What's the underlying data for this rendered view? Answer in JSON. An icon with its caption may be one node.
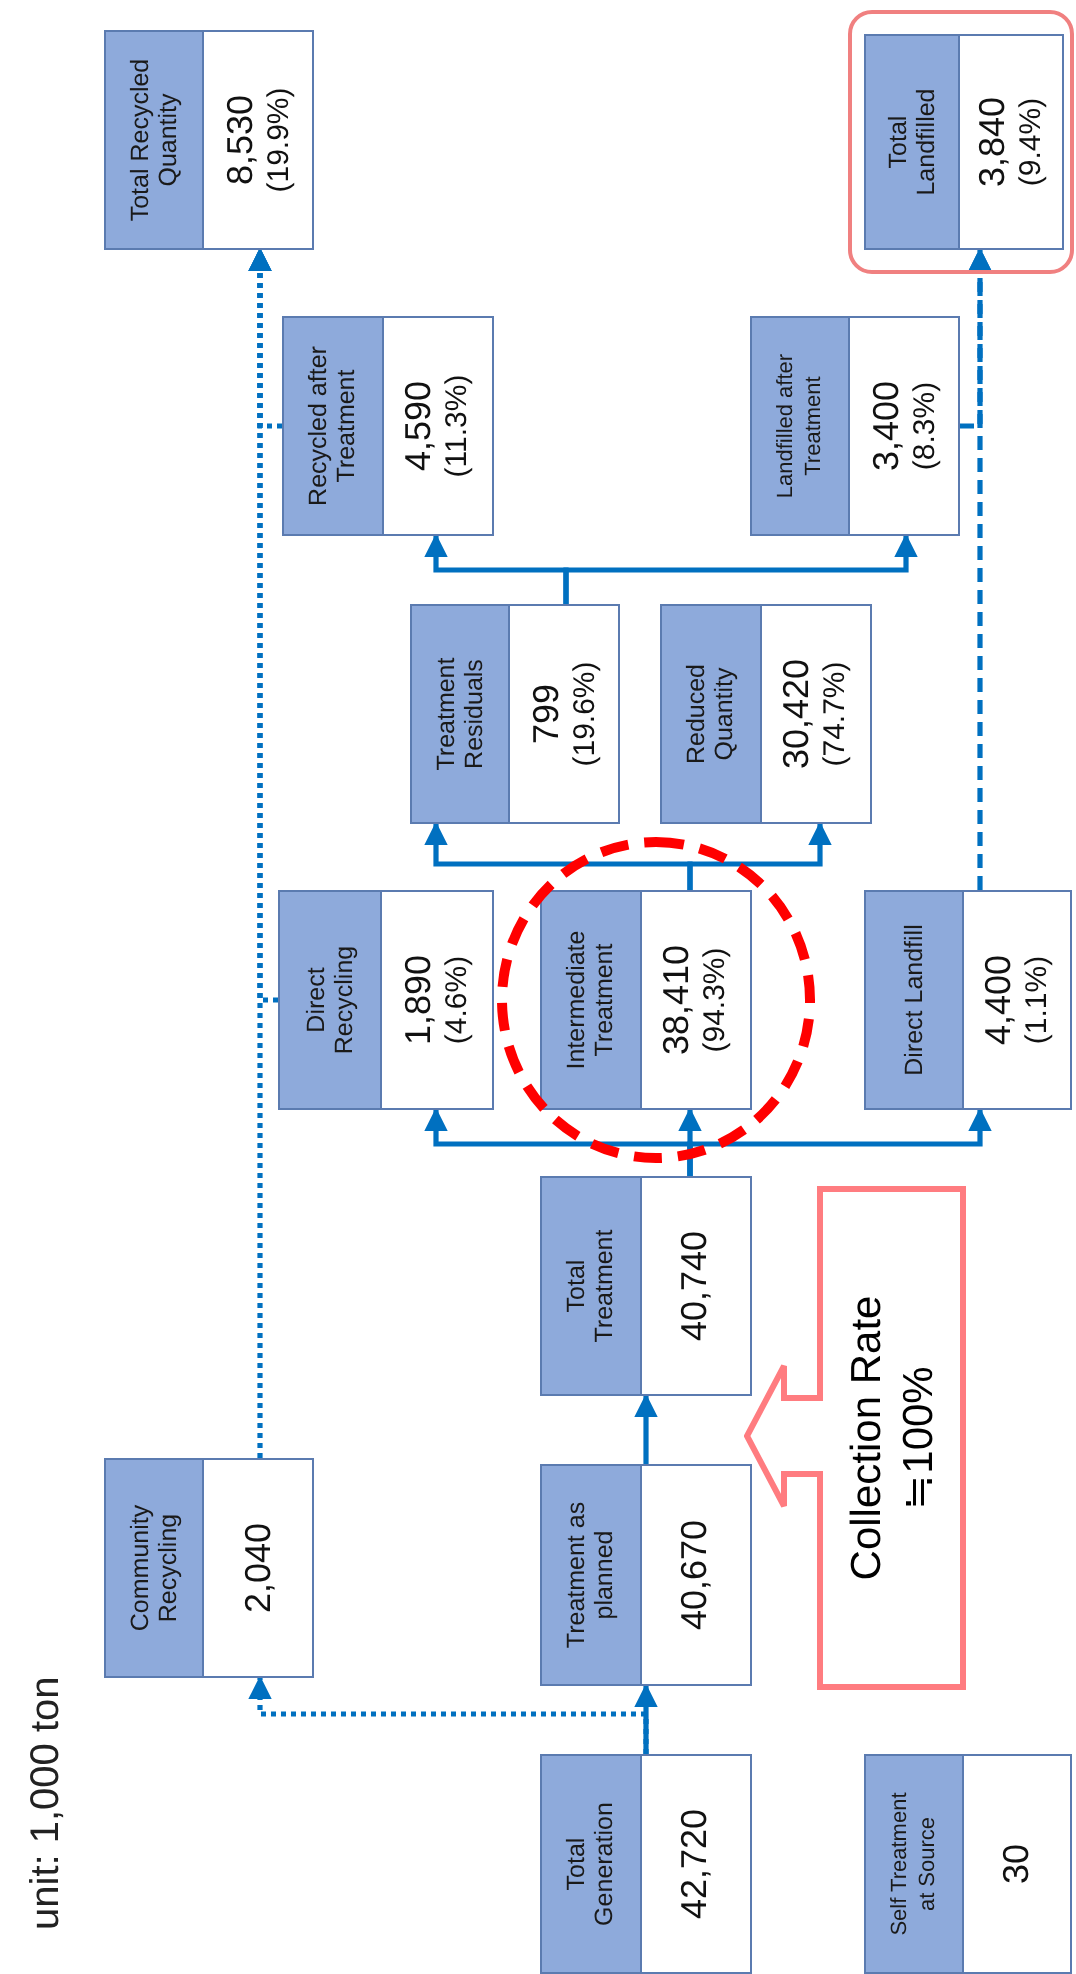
{
  "diagram": {
    "nodes": [
      {
        "text": [
          "Total Generation",
          "42,720"
        ]
      },
      {
        "text": [
          "Self Treatment at Source",
          "30"
        ]
      },
      {
        "text": [
          "Treatment as planned",
          "40,670"
        ]
      },
      {
        "text": [
          "Community Recycling",
          "2,040"
        ]
      },
      {
        "text": [
          "Collection Rate ≒100%"
        ]
      },
      {
        "text": [
          "Total Treatment",
          "40,740"
        ]
      },
      {
        "text": [
          "Direct Recycling",
          "1,890",
          "(4.6%)"
        ]
      },
      {
        "text": [
          "Intermediate Treatment",
          "38,410",
          "(94.3%)"
        ]
      },
      {
        "text": [
          "Direct Landfill",
          "4,400",
          "(1.1%)"
        ]
      },
      {
        "text": [
          "Treatment Residuals",
          "799",
          "(19.6%)"
        ]
      },
      {
        "text": [
          "Reduced Quantity",
          "30,420",
          "(74.7%)"
        ]
      },
      {
        "text": [
          "Recycled after Treatment",
          "4,590",
          "(11.3%)"
        ]
      },
      {
        "text": [
          "Landfilled after Treatment",
          "3,400",
          "(8.3%)"
        ]
      },
      {
        "text": [
          "Total Recycled Quantity",
          "8,530",
          "(19.9%)"
        ]
      },
      {
        "text": [
          "Total Landfilled",
          "3,840",
          "(9.4%)"
        ]
      }
    ],
    "edges": [
      {
        "from": 0,
        "to": 2,
        "arrow": "to"
      },
      {
        "from": 0,
        "to": 3,
        "arrow": "to",
        "style": "dashed"
      },
      {
        "from": 2,
        "to": 5,
        "arrow": "to"
      },
      {
        "from": 5,
        "to": 6,
        "arrow": "to"
      },
      {
        "from": 5,
        "to": 7,
        "arrow": "to"
      },
      {
        "from": 5,
        "to": 8,
        "arrow": "to"
      },
      {
        "from": 3,
        "to": 13,
        "arrow": "to",
        "style": "dashed"
      },
      {
        "from": 6,
        "to": 13,
        "arrow": "to",
        "style": "dashed"
      },
      {
        "from": 7,
        "to": 9,
        "arrow": "to"
      },
      {
        "from": 7,
        "to": 10,
        "arrow": "to"
      },
      {
        "from": 9,
        "to": 11,
        "arrow": "to"
      },
      {
        "from": 9,
        "to": 12,
        "arrow": "to"
      },
      {
        "from": 11,
        "to": 13,
        "arrow": "to",
        "style": "dashed"
      },
      {
        "from": 8,
        "to": 14,
        "arrow": "to",
        "style": "dashed"
      },
      {
        "from": 12,
        "to": 14,
        "arrow": "to",
        "style": "dashed"
      }
    ],
    "labels": [
      "unit: 1,000 ton"
    ]
  }
}
